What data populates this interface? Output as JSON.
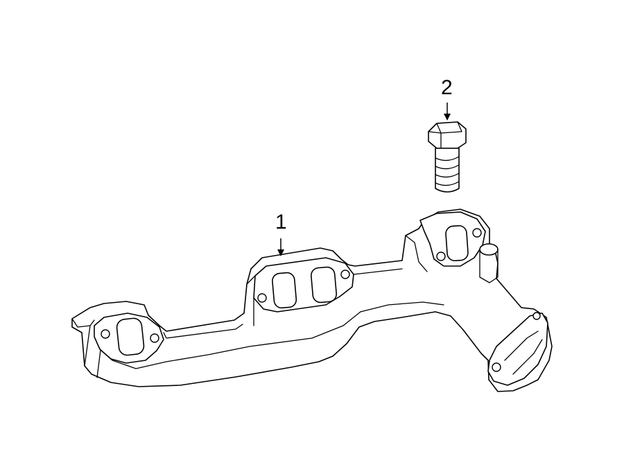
{
  "callouts": [
    {
      "number": "1",
      "part": "exhaust-manifold"
    },
    {
      "number": "2",
      "part": "manifold-bolt"
    }
  ],
  "colors": {
    "background": "#ffffff",
    "line": "#000000"
  }
}
